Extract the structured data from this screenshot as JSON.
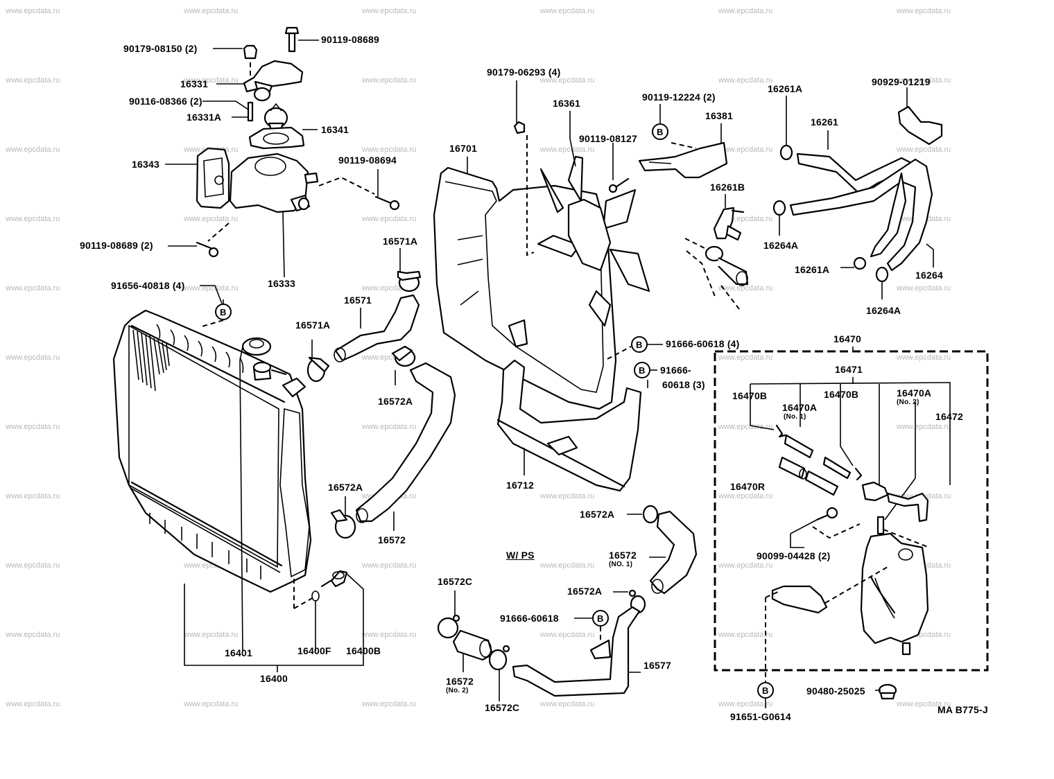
{
  "diagram": {
    "type": "exploded-parts-diagram",
    "subject": "Radiator & water outlet / cooling system",
    "drawing_code": "MA B775-J",
    "section_note": "W/ PS",
    "reference_marker": "B",
    "watermark": "www.epcdata.ru"
  },
  "labels": {
    "p90179_08150": "90179-08150 (2)",
    "p90119_08689_top": "90119-08689",
    "p16331": "16331",
    "p90116_08366": "90116-08366 (2)",
    "p16331A": "16331A",
    "p16341": "16341",
    "p16343": "16343",
    "p90119_08694": "90119-08694",
    "p90119_08689_2": "90119-08689 (2)",
    "p16333": "16333",
    "p91656_40818": "91656-40818 (4)",
    "p90179_06293": "90179-06293 (4)",
    "p16361": "16361",
    "p90119_08127": "90119-08127",
    "p90119_12224": "90119-12224 (2)",
    "p16381": "16381",
    "p16701": "16701",
    "p16261B": "16261B",
    "p16261A_top": "16261A",
    "p90929_01219": "90929-01219",
    "p16261": "16261",
    "p16264A_left": "16264A",
    "p16261A_bot": "16261A",
    "p16264": "16264",
    "p16264A_bot": "16264A",
    "p16571A_top": "16571A",
    "p16571": "16571",
    "p16571A_left": "16571A",
    "p16572A_a": "16572A",
    "p91666_60618_4": "91666-60618 (4)",
    "p91666_line1": "91666-",
    "p91666_line2": "60618 (3)",
    "p16712": "16712",
    "p16572A_b": "16572A",
    "p16572": "16572",
    "p16470": "16470",
    "p16471": "16471",
    "p16470B_left": "16470B",
    "p16470A_no1": "16470A",
    "p16470A_no1_sub": "(No. 1)",
    "p16470B_mid": "16470B",
    "p16470A_no2": "16470A",
    "p16470A_no2_sub": "(No. 2)",
    "p16472": "16472",
    "p16470R": "16470R",
    "p90099_04428": "90099-04428 (2)",
    "p16572A_c": "16572A",
    "p16572_no1": "16572",
    "p16572_no1_sub": "(NO. 1)",
    "p16572A_d": "16572A",
    "p16572C_top": "16572C",
    "p91666_60618": "91666-60618",
    "p16572_no2": "16572",
    "p16572_no2_sub": "(No. 2)",
    "p16572C_bot": "16572C",
    "p16577": "16577",
    "p16401": "16401",
    "p16400F": "16400F",
    "p16400B": "16400B",
    "p16400": "16400",
    "p91651_G0614": "91651-G0614",
    "p90480_25025": "90480-25025"
  }
}
